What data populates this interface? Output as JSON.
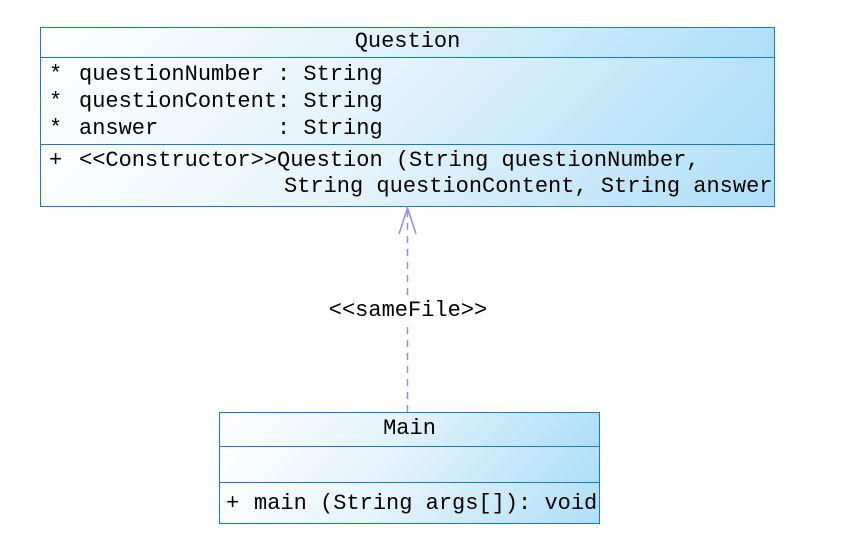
{
  "colors": {
    "box_border": "#1879d2",
    "box_fill_start": "#ffffff",
    "box_fill_end": "#addef7",
    "arrow": "#8f8fe8",
    "text": "#000000",
    "page_background": "#ffffff"
  },
  "question_class": {
    "title": "Question",
    "attributes": [
      {
        "visibility": "*",
        "text": "questionNumber : String"
      },
      {
        "visibility": "*",
        "text": "questionContent: String"
      },
      {
        "visibility": "*",
        "text": "answer         : String"
      }
    ],
    "method_line1_visibility": "+",
    "method_line1": "<<Constructor>>Question (String questionNumber,",
    "method_line2": "String questionContent, String answer"
  },
  "main_class": {
    "title": "Main",
    "attributes": [],
    "methods": [
      {
        "visibility": "+",
        "text": "main (String args[]): void"
      }
    ]
  },
  "relationship": {
    "type": "dependency-dashed-arrow",
    "label": "<<sameFile>>",
    "from": "Main",
    "to": "Question"
  }
}
